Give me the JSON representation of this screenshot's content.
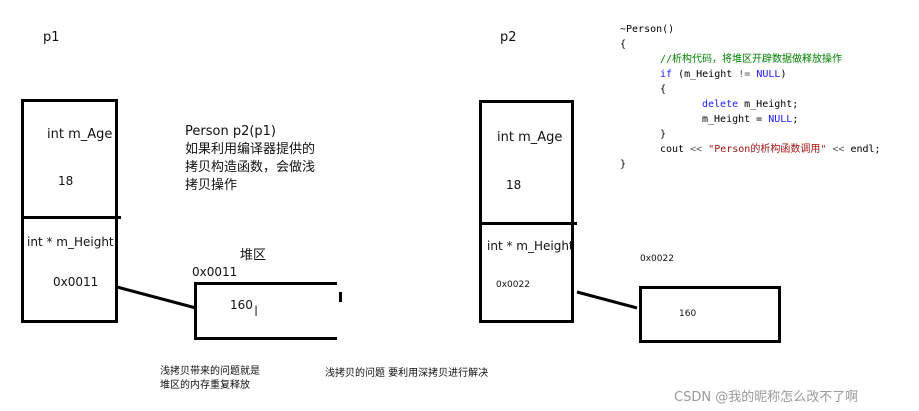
{
  "left": {
    "label": "p1",
    "field_age": "int m_Age",
    "value_age": "18",
    "field_height": "int * m_Height",
    "value_height": "0x0011",
    "note_title": "Person p2(p1)",
    "note_lines": [
      "如果利用编译器提供的",
      "拷贝构造函数，会做浅",
      "拷贝操作"
    ],
    "heap_label": "堆区",
    "heap_addr": "0x0011",
    "heap_value": "160",
    "cursor_glyph": "I",
    "problem_lines": [
      "浅拷贝带来的问题就是",
      "堆区的内存重复释放"
    ]
  },
  "middle_note": "浅拷贝的问题 要利用深拷贝进行解决",
  "right": {
    "label": "p2",
    "field_age": "int  m_Age",
    "value_age": "18",
    "field_height": "int * m_Height",
    "value_height": "0x0022",
    "heap_addr": "0x0022",
    "heap_value": "160"
  },
  "code": {
    "l1": "~Person()",
    "l2": "{",
    "l3_comment": "//析构代码，将堆区开辟数据做释放操作",
    "l4_kw": "if",
    "l4_a": " (m_Height ",
    "l4_op": "!=",
    "l4_b": " ",
    "l4_null": "NULL",
    "l4_c": ")",
    "l5": "{",
    "l6_kw": "delete",
    "l6_rest": " m_Height;",
    "l7_a": "m_Height = ",
    "l7_null": "NULL",
    "l7_b": ";",
    "l8": "}",
    "l9_a": "cout ",
    "l9_op1": "<<",
    "l9_str": " \"Person的析构函数调用\" ",
    "l9_op2": "<<",
    "l9_b": " endl;",
    "l10": "}"
  },
  "watermark": "CSDN @我的昵称怎么改不了啊"
}
